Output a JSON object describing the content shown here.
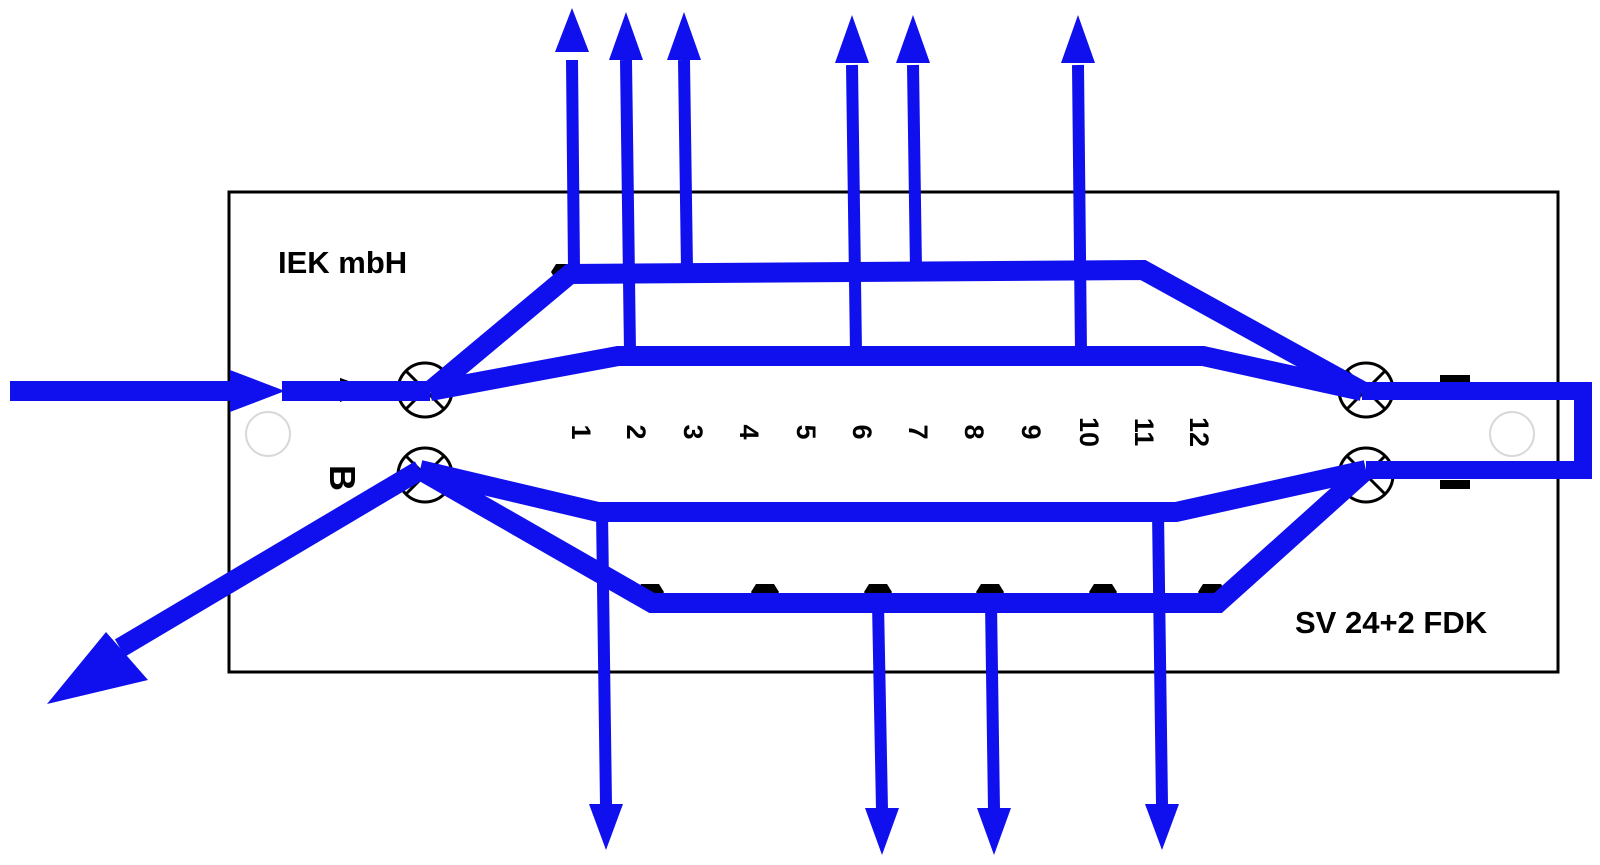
{
  "board": {
    "maker": "IEK mbH",
    "model": "SV 24+2 FDK",
    "port_a": "A",
    "port_b": "B",
    "terminals": [
      "1",
      "2",
      "3",
      "4",
      "5",
      "6",
      "7",
      "8",
      "9",
      "10",
      "11",
      "12"
    ]
  },
  "colors": {
    "wire": "#1010ee",
    "outline": "#000000",
    "background": "#ffffff"
  }
}
